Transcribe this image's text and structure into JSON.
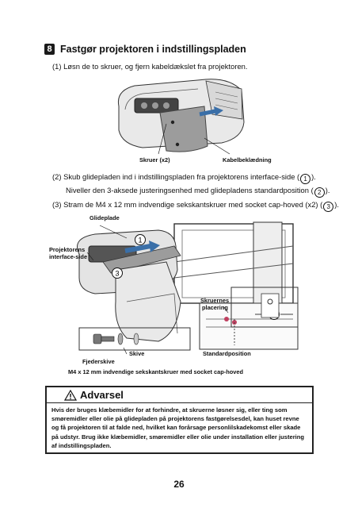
{
  "step": {
    "number": "8",
    "title": "Fastgør projektoren i indstillingspladen"
  },
  "instructions": {
    "line1": "(1)  Løsn de to skruer, og fjern kabeldækslet fra projektoren.",
    "line2_pre": "(2)  Skub glidepladen ind i indstillingspladen fra projektorens interface-side (",
    "line2_circle": "1",
    "line2_post": ").",
    "line3_pre": "Niveller den 3-aksede justeringsenhed med glidepladens standardposition (",
    "line3_circle": "2",
    "line3_post": ").",
    "line4_pre": "(3)  Stram de M4 x 12 mm indvendige sekskantskruer med socket cap-hoved (x2) (",
    "line4_circle": "3",
    "line4_post": ")."
  },
  "figure1": {
    "label_screws": "Skruer (x2)",
    "label_cover": "Kabelbeklædning"
  },
  "figure2": {
    "label_slide_plate": "Glideplade",
    "label_interface_line1": "Projektorens",
    "label_interface_line2": "interface-side",
    "callout_1": "1",
    "callout_2": "2",
    "callout_3": "3",
    "label_screw_position_line1": "Skruernes",
    "label_screw_position_line2": "placering",
    "label_standard_position": "Standardposition",
    "label_washer": "Skive",
    "label_spring_washer": "Fjederskive",
    "label_m4_screws": "M4 x 12 mm indvendige sekskantskruer med socket cap-hoved"
  },
  "warning": {
    "title": "Advarsel",
    "icon": "warning-triangle-icon",
    "text": "Hvis der bruges klæbemidler for at forhindre, at skruerne løsner sig, eller ting som smøremidler eller olie på glidepladen på projektorens fastgørelsesdel, kan huset revne og få projektoren til at falde ned, hvilket kan forårsage personlilskadekomst eller skade på udstyr. Brug ikke klæbemidler, smøremidler eller olie under installation eller justering af indstillingspladen."
  },
  "page_number": "26"
}
